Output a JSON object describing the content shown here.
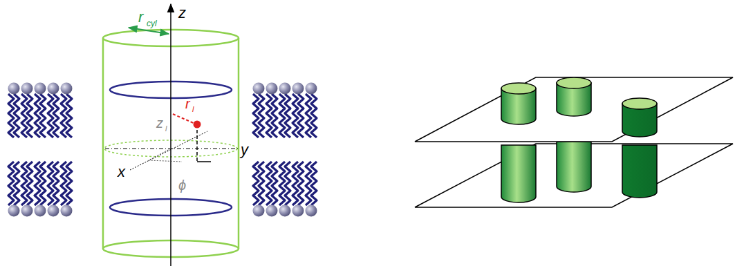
{
  "diagram": {
    "labels": [
      "z",
      "r",
      "cyl",
      "z",
      "l",
      "r",
      "l",
      "y",
      "x",
      "ϕ"
    ]
  }
}
